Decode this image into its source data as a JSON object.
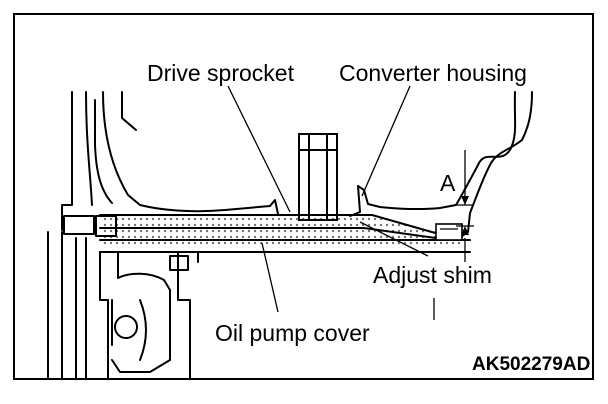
{
  "labels": {
    "drive_sprocket": "Drive sprocket",
    "converter_housing": "Converter housing",
    "dimension_a": "A",
    "adjust_shim": "Adjust shim",
    "oil_pump_cover": "Oil pump cover",
    "figure_code": "AK502279AD"
  },
  "colors": {
    "line": "#000000",
    "background": "#ffffff"
  }
}
